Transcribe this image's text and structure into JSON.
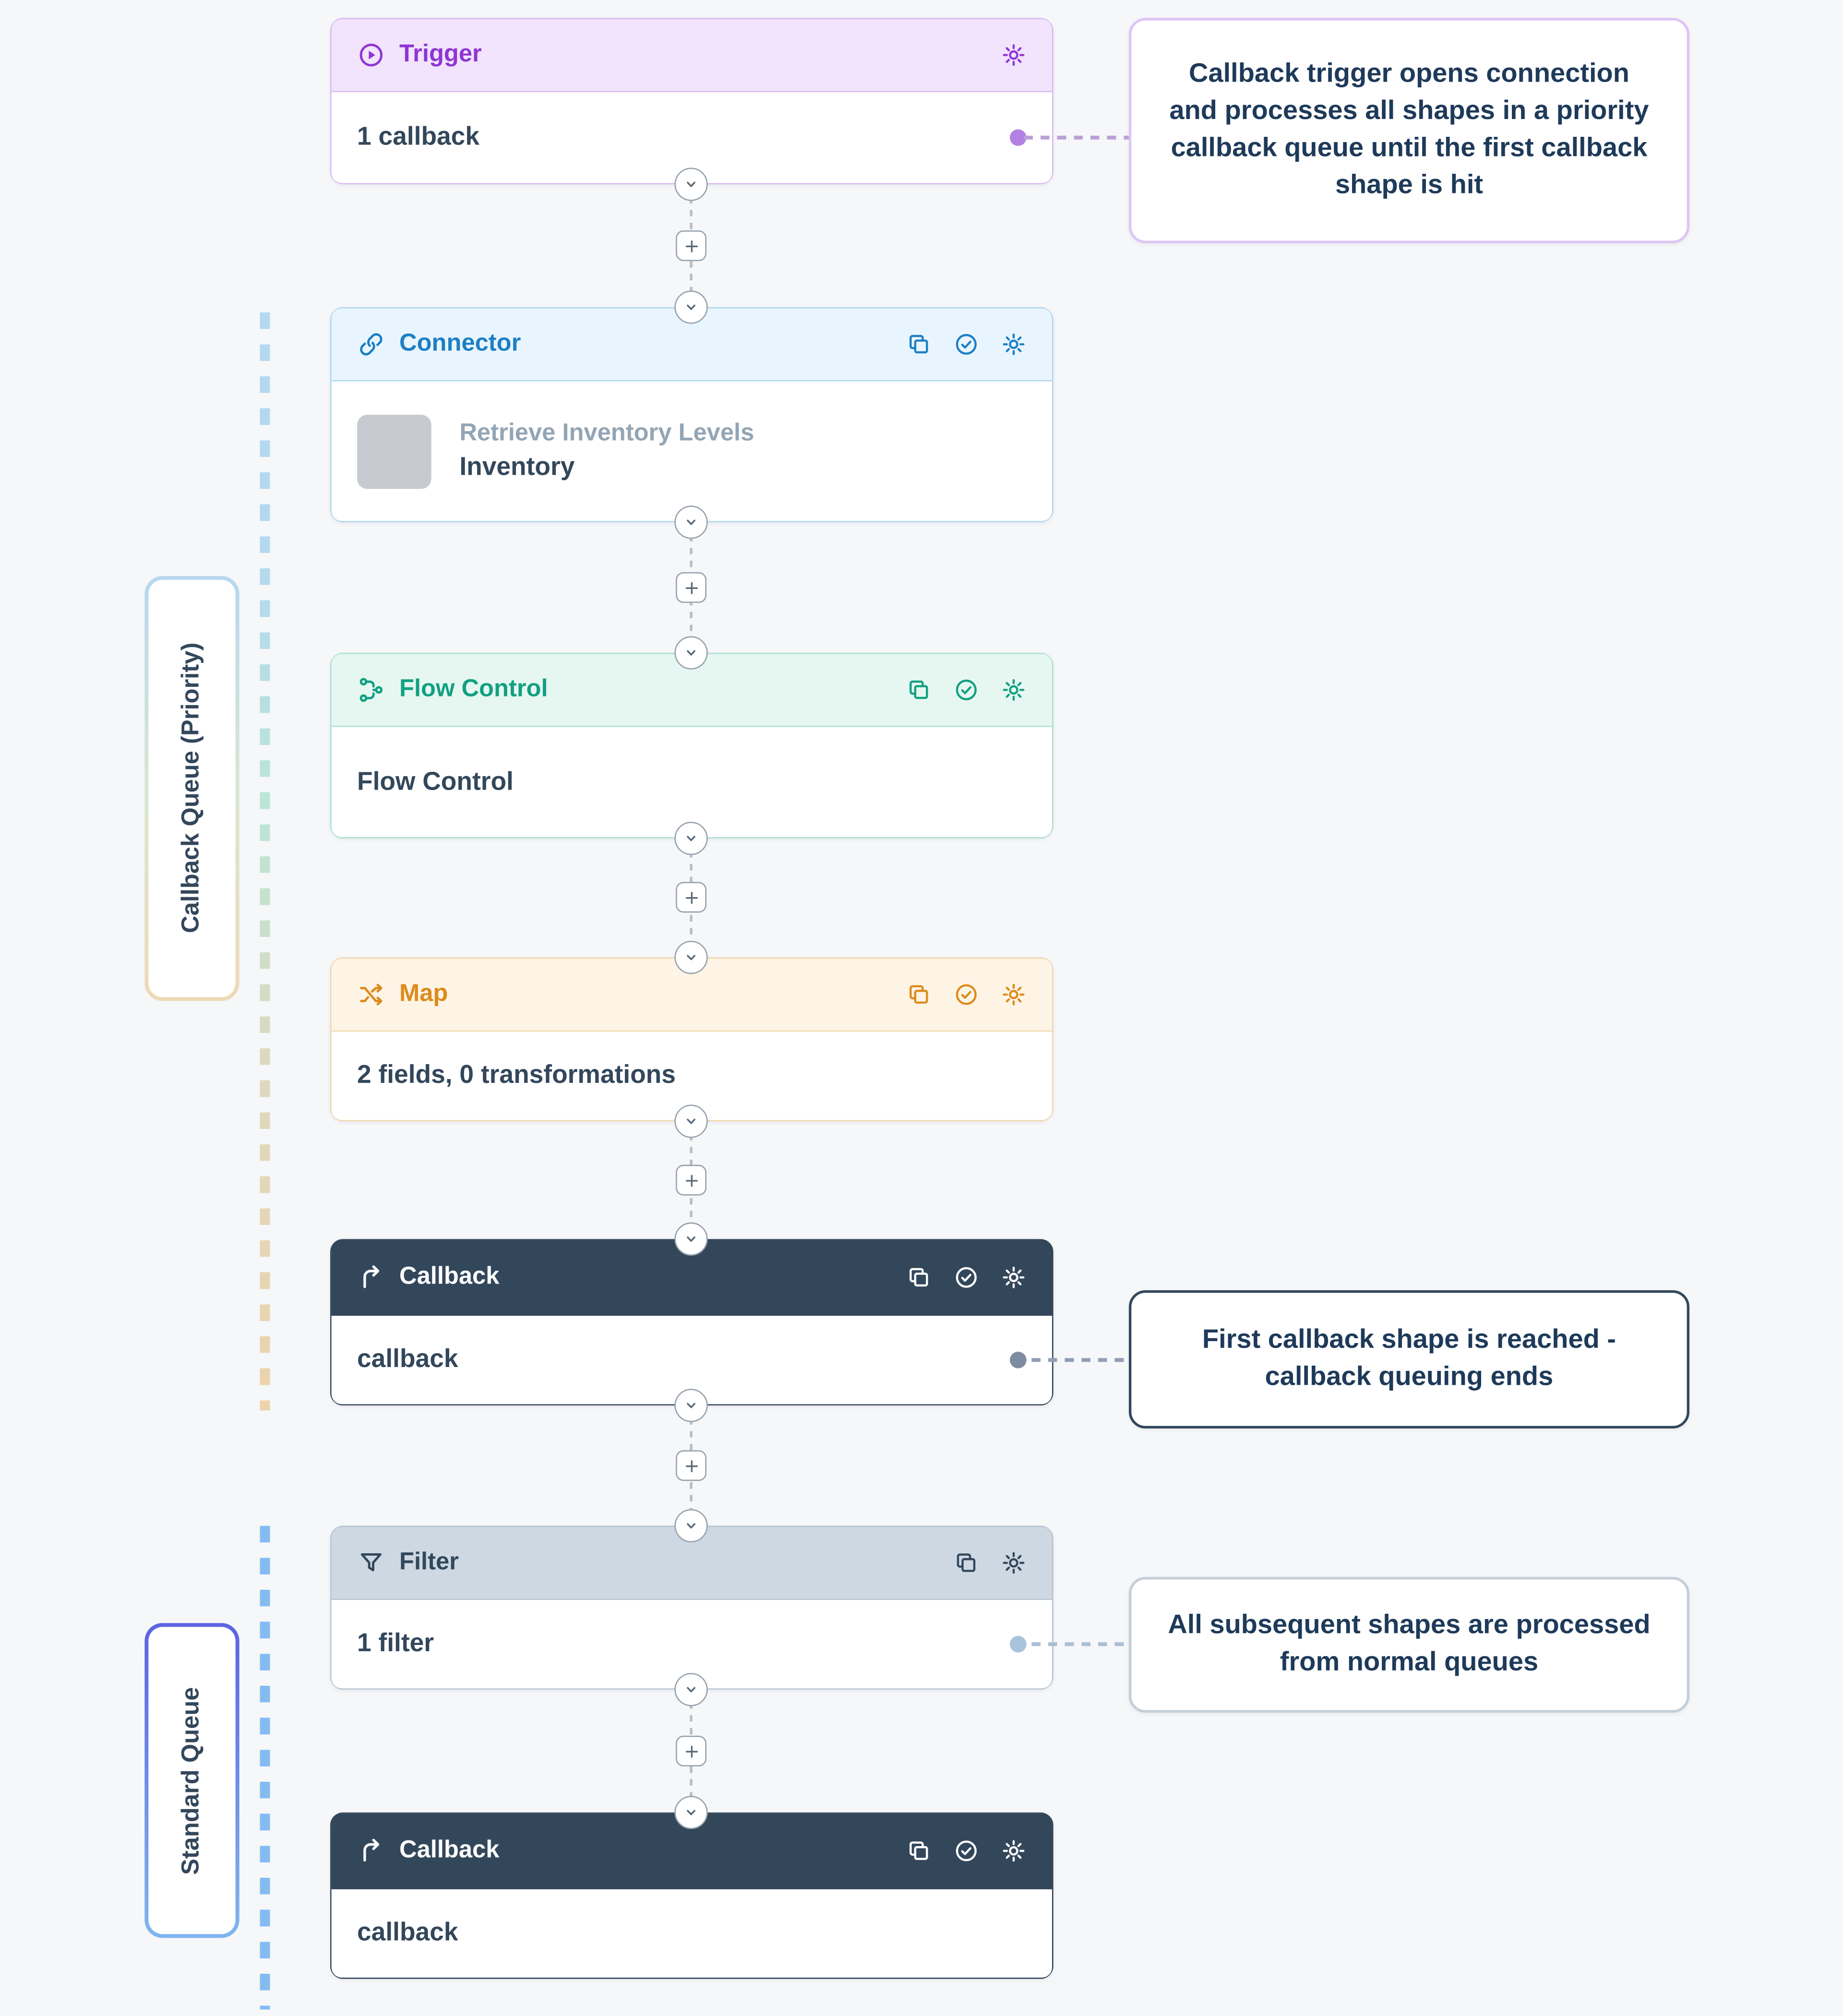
{
  "cards": {
    "trigger": {
      "title": "Trigger",
      "body": "1 callback"
    },
    "connector": {
      "title": "Connector",
      "subtitle": "Retrieve Inventory Levels",
      "body": "Inventory"
    },
    "flow_control": {
      "title": "Flow Control",
      "body": "Flow Control"
    },
    "map": {
      "title": "Map",
      "body": "2 fields, 0 transformations"
    },
    "callback1": {
      "title": "Callback",
      "body": "callback"
    },
    "filter": {
      "title": "Filter",
      "body": "1 filter"
    },
    "callback2": {
      "title": "Callback",
      "body": "callback"
    }
  },
  "annotations": {
    "trigger_note": "Callback trigger opens connection and processes all shapes in a priority callback queue until the first callback shape is hit",
    "callback_note": "First callback shape is reached - callback queuing ends",
    "filter_note": "All subsequent shapes are processed from normal queues"
  },
  "queues": {
    "callback_label": "Callback Queue (Priority)",
    "standard_label": "Standard Queue"
  },
  "colors": {
    "trigger_accent": "#8f35d4",
    "connector_accent": "#1d7fc4",
    "flow_control_accent": "#12a081",
    "map_accent": "#dd8b1c",
    "callback_accent": "#33475b",
    "filter_accent": "#33475b",
    "trigger_dot": "#b381e3",
    "callback_dot": "#7d8c9e",
    "filter_dot": "#a9c3da"
  }
}
